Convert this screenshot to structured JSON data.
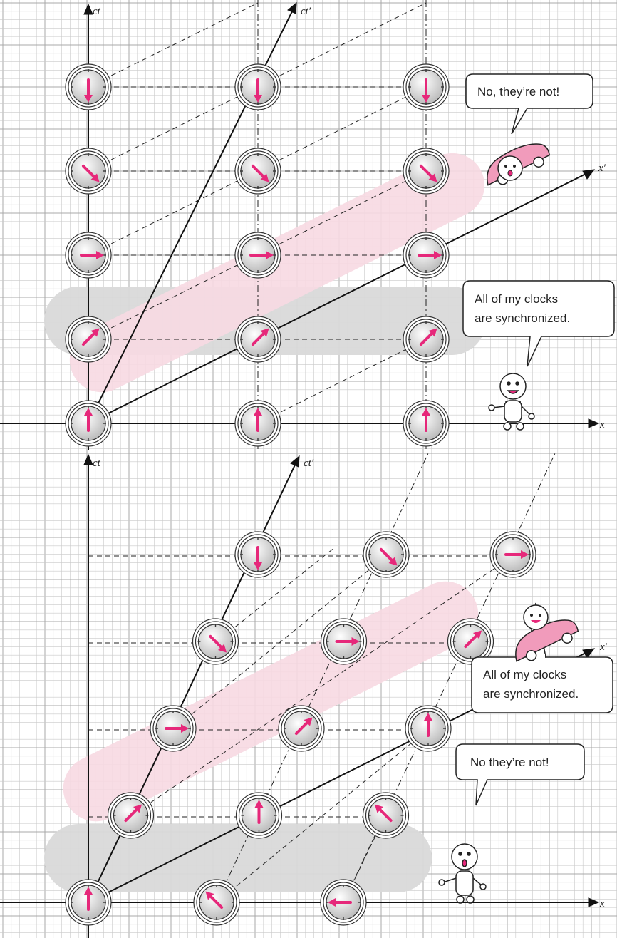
{
  "panels": {
    "top": {
      "labels": {
        "ct": "ct",
        "ct_prime": "ct′",
        "x": "x",
        "x_prime": "x′"
      },
      "car_speech": "No, they’re not!",
      "ground_speech": [
        "All of my clocks",
        "are synchronized."
      ],
      "clock_hands": [
        [
          "up",
          "ne",
          "e",
          "se",
          "down"
        ],
        [
          "up",
          "ne",
          "e",
          "se",
          "down"
        ],
        [
          "up",
          "ne",
          "e",
          "se",
          "down"
        ]
      ]
    },
    "bottom": {
      "labels": {
        "ct": "ct",
        "ct_prime": "ct′",
        "x": "x",
        "x_prime": "x′"
      },
      "car_speech": [
        "All of my clocks",
        "are synchronized."
      ],
      "ground_speech": "No they’re not!",
      "clock_hands": [
        [
          "up",
          "ne",
          "e",
          "se",
          "down"
        ],
        [
          "nw",
          "up",
          "ne",
          "e",
          "se"
        ],
        [
          "w",
          "nw",
          "up",
          "ne",
          "e"
        ]
      ]
    }
  },
  "colors": {
    "grid_minor": "#c9c9c9",
    "grid_major": "#a8a8a8",
    "hand": "#e6287a",
    "pink_band": "#f7d9e2",
    "gray_band": "#d9d9d9",
    "car": "#f19bbb"
  },
  "icons": [
    "clock-icon",
    "stick-figure-icon",
    "car-icon",
    "speech-bubble-icon"
  ]
}
